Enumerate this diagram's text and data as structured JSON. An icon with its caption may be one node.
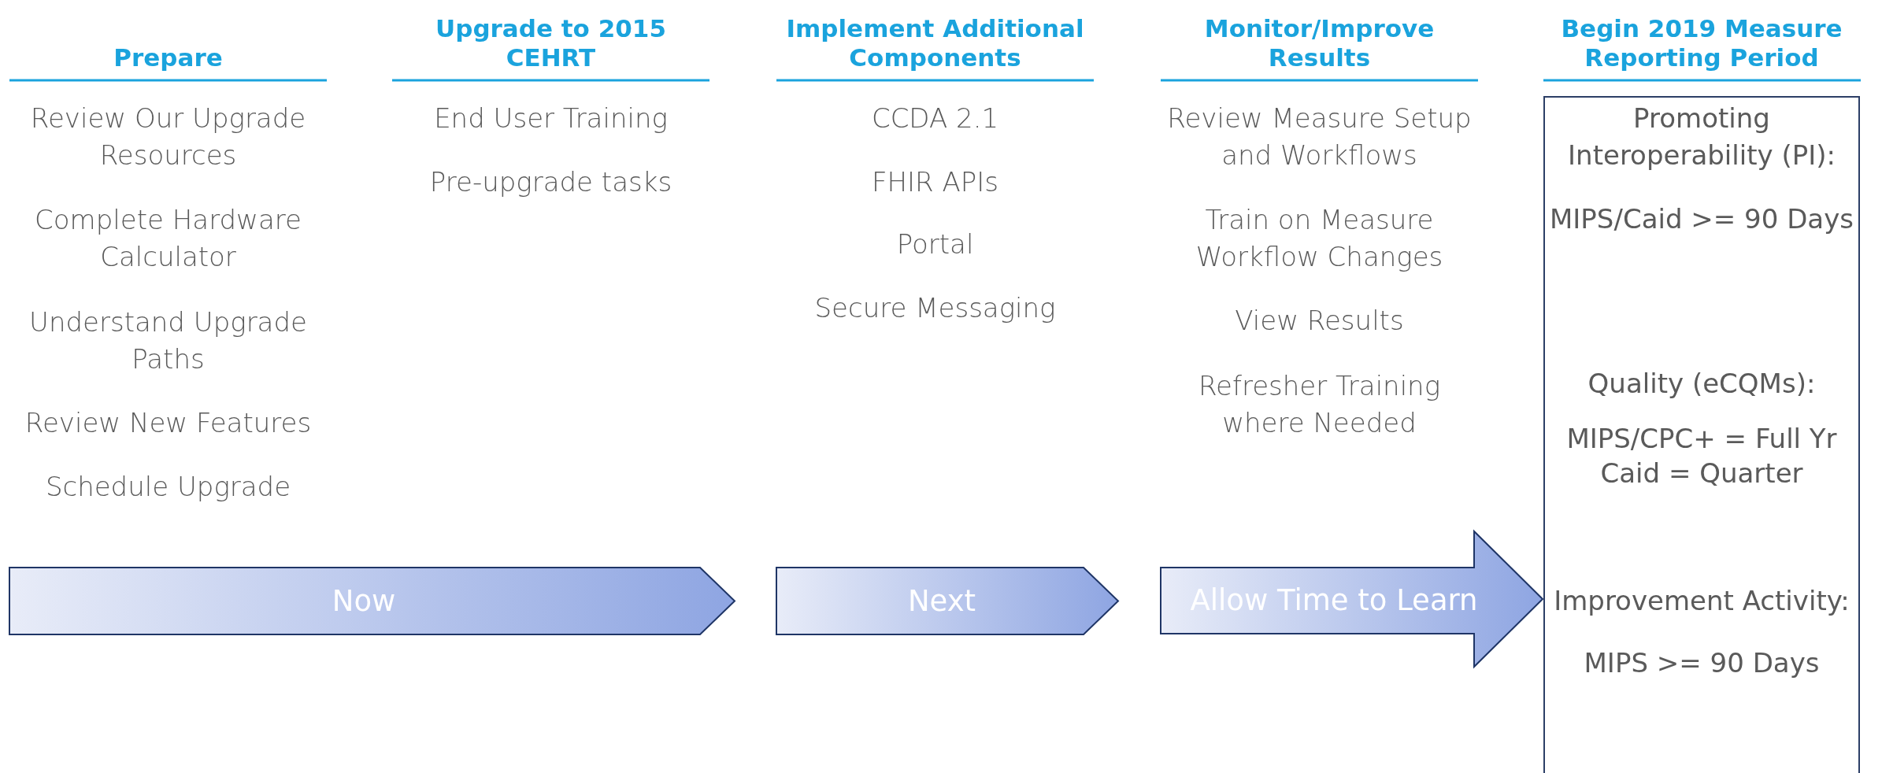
{
  "diagram": {
    "nodes": [
      {
        "text": [
          "Now"
        ]
      },
      {
        "text": [
          "Next"
        ]
      },
      {
        "text": [
          "Allow Time to Learn"
        ]
      },
      {
        "text": [
          "Begin 2019 Measure Reporting Period",
          "Promoting Interoperability (PI):",
          "MIPS/Caid >= 90 Days",
          "Quality (eCQMs):",
          "MIPS/CPC+ = Full Yr",
          "Caid = Quarter",
          "Improvement Activity:",
          "MIPS >= 90 Days"
        ]
      }
    ],
    "labels": [
      "Prepare",
      "Review Our Upgrade Resources",
      "Complete Hardware Calculator",
      "Understand Upgrade Paths",
      "Review New Features",
      "Schedule Upgrade",
      "Upgrade to 2015 CEHRT",
      "End User Training",
      "Pre-upgrade tasks",
      "Implement Additional Components",
      "CCDA 2.1",
      "FHIR APIs",
      "Portal",
      "Secure Messaging",
      "Monitor/Improve Results",
      "Review Measure Setup and Workflows",
      "Train on Measure Workflow Changes",
      "View Results",
      "Refresher Training where Needed"
    ]
  }
}
